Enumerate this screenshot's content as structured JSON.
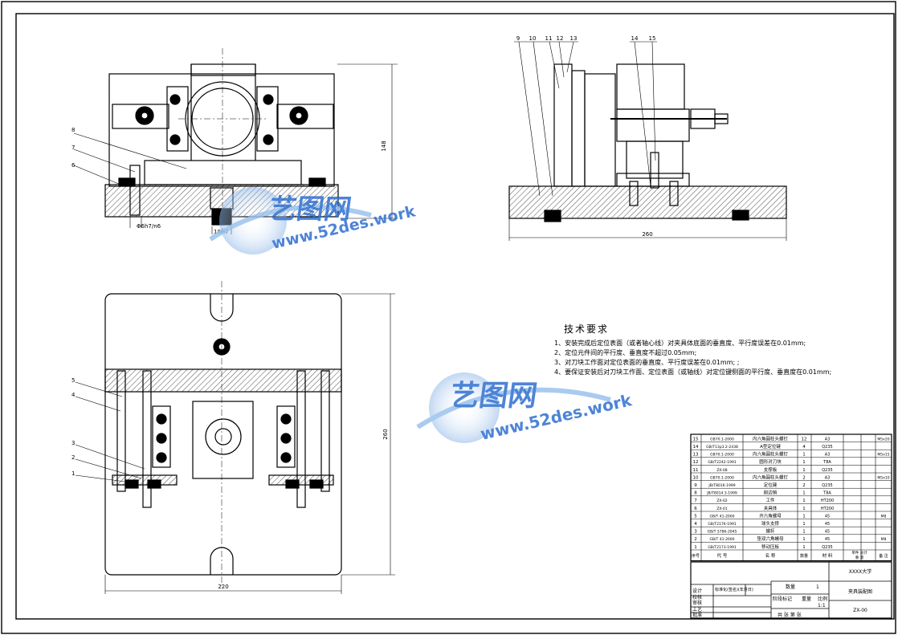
{
  "dims": {
    "front_height": "148",
    "side_width": "260",
    "top_height": "260",
    "top_width": "220",
    "fit_pin": "Φ6h7/n6",
    "fit_bore": "18H7"
  },
  "front_callouts": [
    "8",
    "7",
    "6"
  ],
  "side_callouts": [
    "9",
    "10",
    "11",
    "12",
    "13",
    "14",
    "15"
  ],
  "top_callouts": [
    "5",
    "4",
    "3",
    "2",
    "1"
  ],
  "tech": {
    "title": "技术要求",
    "items": [
      "1、安装完成后定位表面（或者轴心线）对夹具体底面的垂直度、平行度误差在0.01mm;",
      "2、定位元件间的平行度、垂直度不超过0.05mm;",
      "3、对刀块工作面对定位表面的垂直度、平行度误差在0.01mm; ;",
      "4、要保证安装后对刀块工作面、定位表面（或轴线）对定位键侧面的平行度、垂直度在0.01mm;"
    ]
  },
  "watermark": {
    "brand": "艺图网",
    "url": "www.52des.work"
  },
  "bom": {
    "rows": [
      {
        "no": "15",
        "code": "GB70.1-2000",
        "name": "内六角圆柱头螺钉",
        "qty": "12",
        "mat": "A3",
        "note": "M5x20"
      },
      {
        "no": "14",
        "code": "GB/T13p3.2-2438",
        "name": "A型定位键",
        "qty": "4",
        "mat": "Q235",
        "note": ""
      },
      {
        "no": "13",
        "code": "GB70.1-2000",
        "name": "内六角圆柱头螺钉",
        "qty": "1",
        "mat": "A3",
        "note": "M5x15"
      },
      {
        "no": "12",
        "code": "GB/T2242-1991",
        "name": "圆形对刀块",
        "qty": "1",
        "mat": "T8A",
        "note": ""
      },
      {
        "no": "11",
        "code": "ZX-08",
        "name": "支撑板",
        "qty": "1",
        "mat": "Q235",
        "note": ""
      },
      {
        "no": "10",
        "code": "GB70.1-2000",
        "name": "内六角圆柱头螺钉",
        "qty": "2",
        "mat": "A3",
        "note": "M5x10"
      },
      {
        "no": "9",
        "code": "JB/T8016-1999",
        "name": "定位键",
        "qty": "2",
        "mat": "Q235",
        "note": ""
      },
      {
        "no": "8",
        "code": "JB/T8014.3-1999",
        "name": "削边销",
        "qty": "1",
        "mat": "T8A",
        "note": ""
      },
      {
        "no": "7",
        "code": "ZX-02",
        "name": "工件",
        "qty": "1",
        "mat": "HT200",
        "note": ""
      },
      {
        "no": "6",
        "code": "ZX-01",
        "name": "夹具体",
        "qty": "1",
        "mat": "HT200",
        "note": ""
      },
      {
        "no": "5",
        "code": "GB/T 41-2000",
        "name": "开六角螺母",
        "qty": "1",
        "mat": "45",
        "note": "M8"
      },
      {
        "no": "4",
        "code": "GB/T2176-1991",
        "name": "球头支撑",
        "qty": "1",
        "mat": "45",
        "note": ""
      },
      {
        "no": "3",
        "code": "GB/T 5786-2045",
        "name": "螺杆",
        "qty": "1",
        "mat": "45",
        "note": ""
      },
      {
        "no": "2",
        "code": "GB/T 41-2000",
        "name": "垫双六角螺母",
        "qty": "1",
        "mat": "45",
        "note": "M8"
      },
      {
        "no": "1",
        "code": "GB/T2173-1991",
        "name": "移动压板",
        "qty": "1",
        "mat": "Q235",
        "note": ""
      }
    ],
    "header": {
      "no": "序号",
      "code": "代 号",
      "name": "名 称",
      "qty": "数量",
      "mat": "材 料",
      "unit": "单件 总计",
      "weight": "重 量",
      "note": "备 注"
    }
  },
  "titleblock": {
    "school": "XXXX大学",
    "drawing_title": "夹具装配图",
    "drawing_no": "ZX-00",
    "qty_label": "数量",
    "qty_value": "1",
    "scale_label": "比例",
    "scale_value": "1:1",
    "weight_label": "重量",
    "stage_label": "阶段标记",
    "sheets": "共  张  第  张",
    "roles": [
      "设计",
      "校核",
      "审核",
      "工艺",
      "批准"
    ],
    "revision": "标准化(签名)(年月日)"
  },
  "colors": {
    "line": "#000000",
    "watermark": "#2f6fd0",
    "watermark_light": "#9bc3ee"
  }
}
